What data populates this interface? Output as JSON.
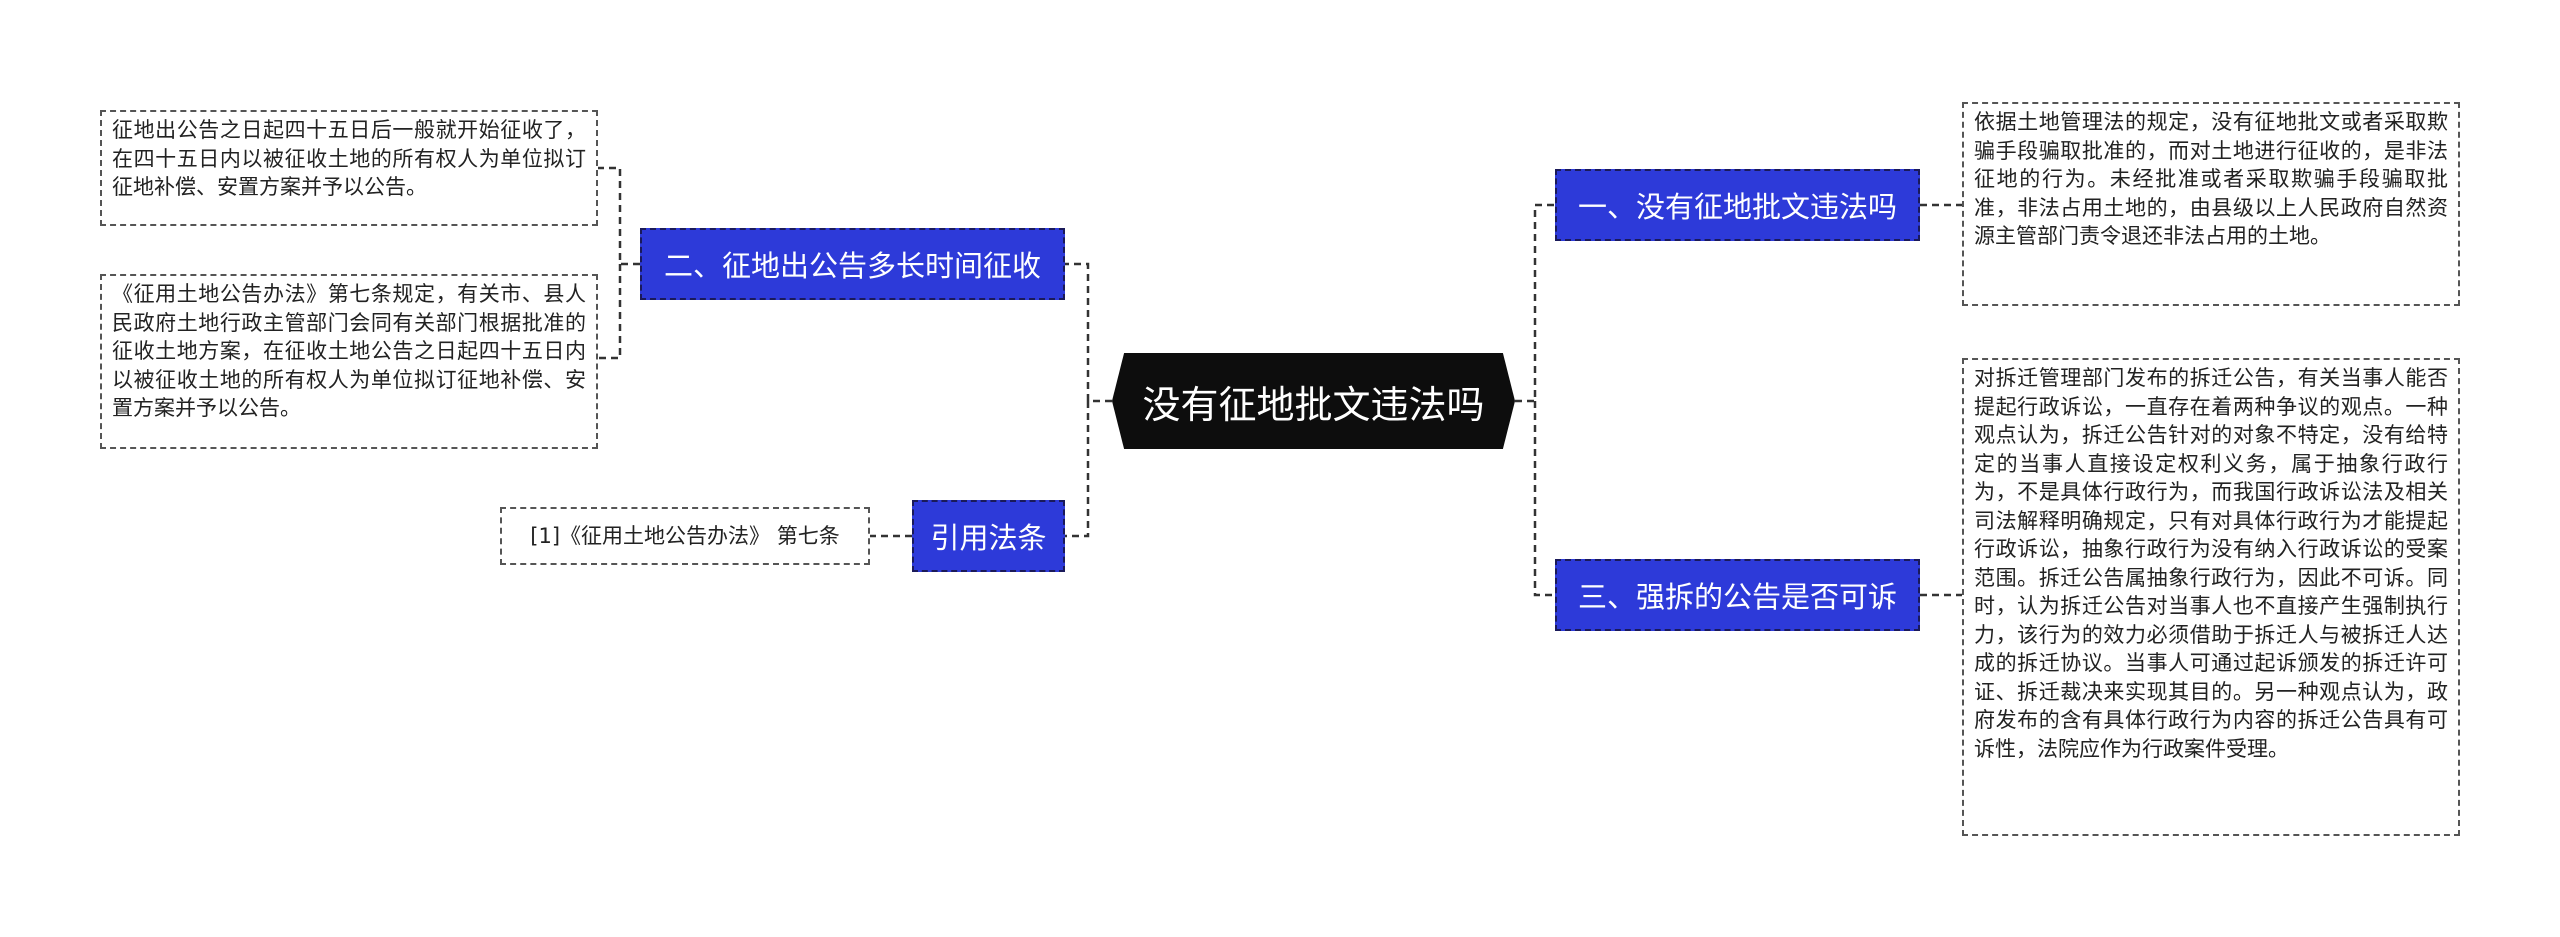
{
  "central": {
    "label": "没有征地批文违法吗"
  },
  "right_topics": [
    {
      "label": "一、没有征地批文违法吗",
      "detail": "依据土地管理法的规定，没有征地批文或者采取欺骗手段骗取批准的，而对土地进行征收的，是非法征地的行为。未经批准或者采取欺骗手段骗取批准，非法占用土地的，由县级以上人民政府自然资源主管部门责令退还非法占用的土地。"
    },
    {
      "label": "三、强拆的公告是否可诉",
      "detail": "对拆迁管理部门发布的拆迁公告，有关当事人能否提起行政诉讼，一直存在着两种争议的观点。一种观点认为，拆迁公告针对的对象不特定，没有给特定的当事人直接设定权利义务，属于抽象行政行为，不是具体行政行为，而我国行政诉讼法及相关司法解释明确规定，只有对具体行政行为才能提起行政诉讼，抽象行政行为没有纳入行政诉讼的受案范围。拆迁公告属抽象行政行为，因此不可诉。同时，认为拆迁公告对当事人也不直接产生强制执行力，该行为的效力必须借助于拆迁人与被拆迁人达成的拆迁协议。当事人可通过起诉颁发的拆迁许可证、拆迁裁决来实现其目的。另一种观点认为，政府发布的含有具体行政行为内容的拆迁公告具有可诉性，法院应作为行政案件受理。"
    }
  ],
  "left_topics": [
    {
      "label": "二、征地出公告多长时间征收",
      "details": [
        "征地出公告之日起四十五日后一般就开始征收了，在四十五日内以被征收土地的所有权人为单位拟订征地补偿、安置方案并予以公告。",
        "《征用土地公告办法》第七条规定，有关市、县人民政府土地行政主管部门会同有关部门根据批准的征收土地方案，在征收土地公告之日起四十五日内以被征收土地的所有权人为单位拟订征地补偿、安置方案并予以公告。"
      ]
    },
    {
      "label": "引用法条",
      "details": [
        "[1]《征用土地公告办法》 第七条"
      ]
    }
  ],
  "colors": {
    "central_bg": "#0d0d0d",
    "topic_bg": "#2d3ad9",
    "line": "#333333"
  }
}
